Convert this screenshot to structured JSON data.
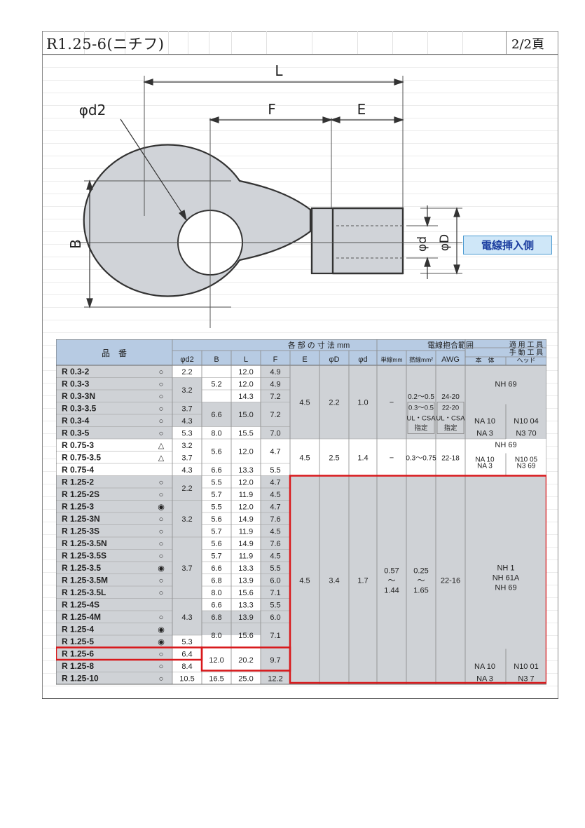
{
  "header": {
    "title": "R1.25-6(ニチフ)",
    "page": "2/2頁"
  },
  "diagram": {
    "labels": {
      "L": "L",
      "F": "F",
      "E": "E",
      "d2": "φd2",
      "B": "B",
      "d": "φd",
      "D": "φD"
    },
    "badge": "電線挿入側"
  },
  "table": {
    "group_headers": {
      "part": "品　番",
      "dims": "各 部 の 寸 法 mm",
      "range": "電線抱合範囲",
      "tools": "適 用 工 具",
      "manual": "手 動 工 具"
    },
    "sub_headers": {
      "d2": "φd2",
      "B": "B",
      "L": "L",
      "F": "F",
      "E": "E",
      "D": "φD",
      "d": "φd",
      "single": "単線mm",
      "strand": "撚線mm²",
      "awg": "AWG",
      "body": "本　体",
      "head": "ヘッド"
    },
    "rows": [
      {
        "part": "R 0.3-2",
        "mark": "○",
        "d2": "2.2",
        "L": "12.0",
        "F": "4.9"
      },
      {
        "part": "R 0.3-3",
        "mark": "○",
        "L": "12.0",
        "F": "4.9"
      },
      {
        "part": "R 0.3-3N",
        "mark": "○",
        "L": "14.3",
        "F": "7.2"
      },
      {
        "part": "R 0.3-3.5",
        "mark": "○",
        "d2": "3.7"
      },
      {
        "part": "R 0.3-4",
        "mark": "○",
        "d2": "4.3"
      },
      {
        "part": "R 0.3-5",
        "mark": "○",
        "d2": "5.3",
        "B": "8.0",
        "L": "15.5",
        "F": "7.0"
      },
      {
        "part": "R 0.75-3",
        "mark": "△",
        "d2": "3.2"
      },
      {
        "part": "R 0.75-3.5",
        "mark": "△",
        "d2": "3.7"
      },
      {
        "part": "R 0.75-4",
        "mark": "",
        "d2": "4.3",
        "B": "6.6",
        "L": "13.3",
        "F": "5.5"
      },
      {
        "part": "R 1.25-2",
        "mark": "○",
        "B": "5.5",
        "L": "12.0",
        "F": "4.7"
      },
      {
        "part": "R 1.25-2S",
        "mark": "○",
        "B": "5.7",
        "L": "11.9",
        "F": "4.5"
      },
      {
        "part": "R 1.25-3",
        "mark": "◉",
        "B": "5.5",
        "L": "12.0",
        "F": "4.7"
      },
      {
        "part": "R 1.25-3N",
        "mark": "○",
        "B": "5.6",
        "L": "14.9",
        "F": "7.6"
      },
      {
        "part": "R 1.25-3S",
        "mark": "○",
        "B": "5.7",
        "L": "11.9",
        "F": "4.5"
      },
      {
        "part": "R 1.25-3.5N",
        "mark": "○",
        "B": "5.6",
        "L": "14.9",
        "F": "7.6"
      },
      {
        "part": "R 1.25-3.5S",
        "mark": "○",
        "B": "5.7",
        "L": "11.9",
        "F": "4.5"
      },
      {
        "part": "R 1.25-3.5",
        "mark": "◉",
        "B": "6.6",
        "L": "13.3",
        "F": "5.5"
      },
      {
        "part": "R 1.25-3.5M",
        "mark": "○",
        "B": "6.8",
        "L": "13.9",
        "F": "6.0"
      },
      {
        "part": "R 1.25-3.5L",
        "mark": "○",
        "B": "8.0",
        "L": "15.6",
        "F": "7.1"
      },
      {
        "part": "R 1.25-4S",
        "mark": "",
        "B": "6.6",
        "L": "13.3",
        "F": "5.5"
      },
      {
        "part": "R 1.25-4M",
        "mark": "○",
        "B": "6.8",
        "L": "13.9",
        "F": "6.0"
      },
      {
        "part": "R 1.25-4",
        "mark": "◉"
      },
      {
        "part": "R 1.25-5",
        "mark": "◉",
        "d2": "5.3"
      },
      {
        "part": "R 1.25-6",
        "mark": "○",
        "d2": "6.4"
      },
      {
        "part": "R 1.25-8",
        "mark": "○",
        "d2": "8.4"
      },
      {
        "part": "R 1.25-10",
        "mark": "○",
        "d2": "10.5",
        "B": "16.5",
        "L": "25.0",
        "F": "12.2"
      }
    ],
    "merged": {
      "d2_03_3": "3.2",
      "B_03_a": "5.2",
      "B_03_b": "6.6",
      "L_03_b": "15.0",
      "F_03_b": "7.2",
      "E_03": "4.5",
      "D_03": "2.2",
      "d_03": "1.0",
      "single_03": "−",
      "strand_03": "0.2〜0.5",
      "strand_03_ul1": "0.3〜0.5",
      "strand_03_ul2": "UL・CSA",
      "strand_03_ul3": "指定",
      "awg_03": "24-20",
      "awg_03_ul1": "22-20",
      "awg_03_ul2": "UL・CSA",
      "awg_03_ul3": "指定",
      "tool_03": "NH 69",
      "body_03_a": "NA 10",
      "head_03_a": "N10 04",
      "body_03_b": "NA 3",
      "head_03_b": "N3 70",
      "B_075": "5.6",
      "L_075": "12.0",
      "F_075": "4.7",
      "E_075": "4.5",
      "D_075": "2.5",
      "d_075": "1.4",
      "single_075": "−",
      "strand_075": "0.3〜0.75",
      "awg_075": "22-18",
      "tool_075": "NH 69",
      "body_075_a": "NA 10",
      "body_075_b": "NA 3",
      "head_075_a": "N10 05",
      "head_075_b": "N3 69",
      "d2_125_2": "2.2",
      "d2_125_3": "3.2",
      "d2_125_35": "3.7",
      "d2_125_4": "4.3",
      "B_125_45": "8.0",
      "L_125_45": "15.6",
      "F_125_45": "7.1",
      "B_125_68": "12.0",
      "L_125_68": "20.2",
      "F_125_68": "9.7",
      "E_125": "4.5",
      "D_125": "3.4",
      "d_125": "1.7",
      "single_125_a": "0.57",
      "single_125_b": "〜",
      "single_125_c": "1.44",
      "strand_125_a": "0.25",
      "strand_125_b": "〜",
      "strand_125_c": "1.65",
      "awg_125": "22-16",
      "tool_125_a": "NH 1",
      "tool_125_b": "NH 61A",
      "tool_125_c": "NH 69",
      "body_125_a": "NA 10",
      "head_125_a": "N10 01",
      "body_125_b": "NA 3",
      "head_125_b": "N3 7"
    }
  },
  "colors": {
    "header_bg": "#b7cbe3",
    "body_bg": "#cfd2d6",
    "highlight": "#d8181b",
    "badge_bg": "#cfe7f8"
  }
}
